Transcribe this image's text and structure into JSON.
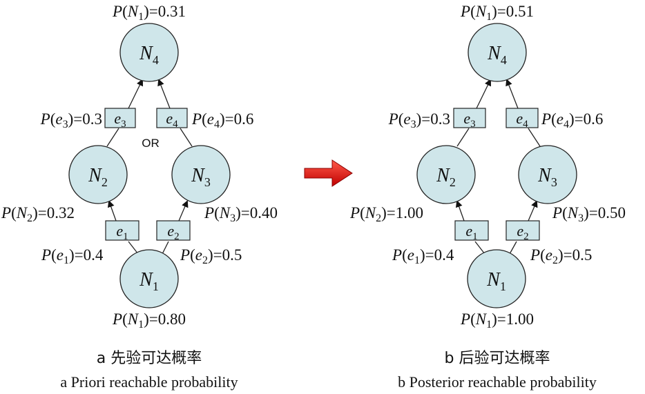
{
  "panels": [
    {
      "id": "a",
      "nodes": {
        "n4": "N4",
        "n2": "N2",
        "n3": "N3",
        "n1": "N1"
      },
      "edges": {
        "e3": "e3",
        "e4": "e4",
        "e1": "e1",
        "e2": "e2"
      },
      "probabilities": {
        "p_n4": "P(N1)=0.31",
        "p_e3": "P(e3)=0.3",
        "p_e4": "P(e4)=0.6",
        "p_n2": "P(N2)=0.32",
        "p_n3": "P(N3)=0.40",
        "p_e1": "P(e1)=0.4",
        "p_e2": "P(e2)=0.5",
        "p_n1": "P(N1)=0.80"
      },
      "or_label": "OR",
      "caption_cn": "a  先验可达概率",
      "caption_en": "a  Priori reachable probability"
    },
    {
      "id": "b",
      "nodes": {
        "n4": "N4",
        "n2": "N2",
        "n3": "N3",
        "n1": "N1"
      },
      "edges": {
        "e3": "e3",
        "e4": "e4",
        "e1": "e1",
        "e2": "e2"
      },
      "probabilities": {
        "p_n4": "P(N1)=0.51",
        "p_e3": "P(e3)=0.3",
        "p_e4": "P(e4)=0.6",
        "p_n2": "P(N2)=1.00",
        "p_n3": "P(N3)=0.50",
        "p_e1": "P(e1)=0.4",
        "p_e2": "P(e2)=0.5",
        "p_n1": "P(N1)=1.00"
      },
      "or_label": "",
      "caption_cn": "b  后验可达概率",
      "caption_en": "b  Posterior reachable probability"
    }
  ],
  "colors": {
    "node_fill": "#cfe6ea",
    "arrow_red": "#e02020"
  }
}
